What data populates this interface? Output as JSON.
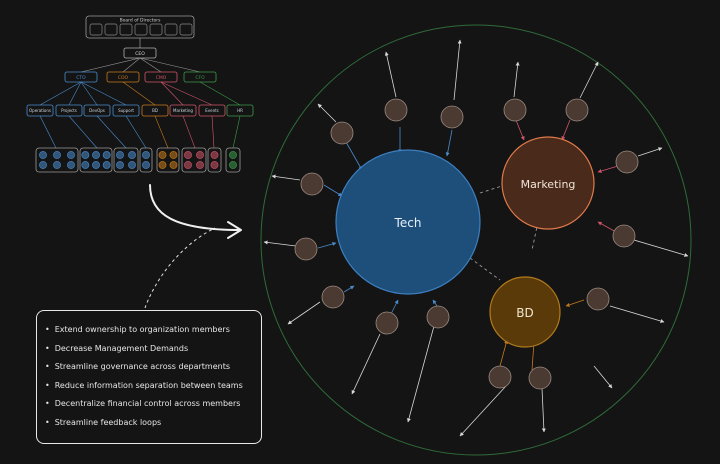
{
  "org_chart": {
    "board_label": "Board of Directors",
    "ceo_label": "CEO",
    "executives": [
      {
        "label": "CTO",
        "color": "#4a8ccc"
      },
      {
        "label": "COO",
        "color": "#c77a1c"
      },
      {
        "label": "CMO",
        "color": "#d0556a"
      },
      {
        "label": "CFO",
        "color": "#3c9a4a"
      }
    ],
    "departments": [
      {
        "label": "Operations",
        "color": "#4a8ccc"
      },
      {
        "label": "Projects",
        "color": "#4a8ccc"
      },
      {
        "label": "DevOps",
        "color": "#4a8ccc"
      },
      {
        "label": "Support",
        "color": "#4a8ccc"
      },
      {
        "label": "BD",
        "color": "#c77a1c"
      },
      {
        "label": "Marketing",
        "color": "#d0556a"
      },
      {
        "label": "Events",
        "color": "#d0556a"
      },
      {
        "label": "HR",
        "color": "#3c9a4a"
      }
    ]
  },
  "network": {
    "hubs": [
      {
        "label": "Tech",
        "fill": "#1d4f7a",
        "stroke": "#3d7fc0"
      },
      {
        "label": "Marketing",
        "fill": "#4a2a1a",
        "stroke": "#e07a4a"
      },
      {
        "label": "BD",
        "fill": "#5a3a08",
        "stroke": "#b07a1c"
      }
    ],
    "outer_ring_color": "#2f6b3a"
  },
  "goals": [
    "Extend ownership to organization members",
    "Decrease Management Demands",
    "Streamline governance across departments",
    "Reduce information separation between teams",
    "Decentralize financial control across members",
    "Streamline feedback loops"
  ]
}
